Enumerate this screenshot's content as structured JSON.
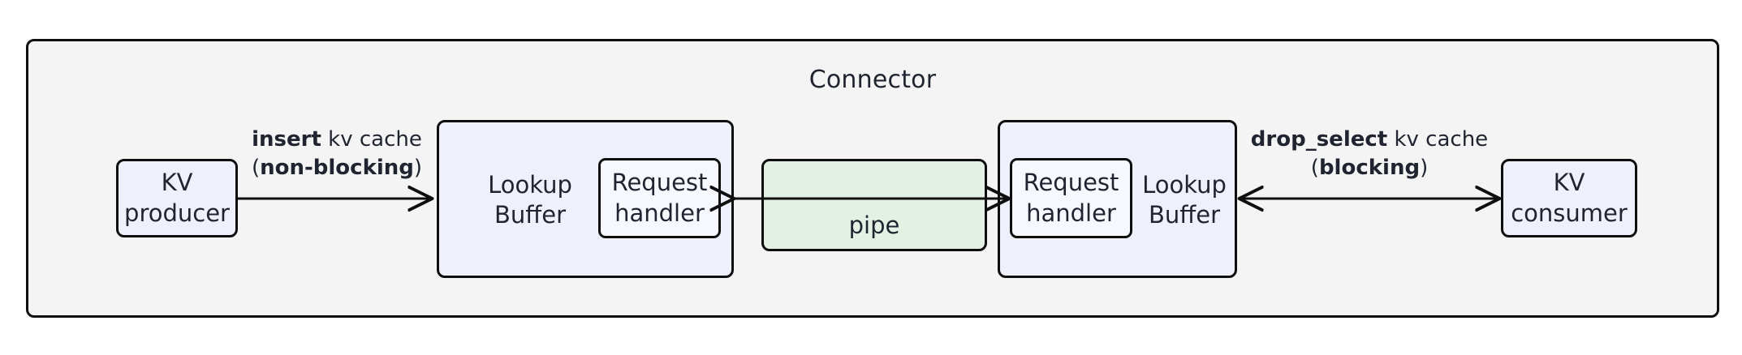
{
  "diagram": {
    "container": {
      "title": "Connector",
      "fill": "#f4f4f4",
      "stroke": "#0f0f0f"
    },
    "nodes": {
      "kv_producer": {
        "name": "KV producer",
        "line1": "KV",
        "line2": "producer",
        "fill": "#eef1fb"
      },
      "kv_consumer": {
        "name": "KV consumer",
        "line1": "KV",
        "line2": "consumer",
        "fill": "#eef1fb"
      },
      "lookup_buffer_left": {
        "line1": "Lookup",
        "line2": "Buffer",
        "fill": "#eef1fb"
      },
      "lookup_buffer_right": {
        "line1": "Lookup",
        "line2": "Buffer",
        "fill": "#eef1fb"
      },
      "request_handler_left": {
        "line1": "Request",
        "line2": "handler",
        "fill": "#f6f8fe"
      },
      "request_handler_right": {
        "line1": "Request",
        "line2": "handler",
        "fill": "#f6f8fe"
      },
      "pipe": {
        "label": "pipe",
        "fill": "#e3f0e4"
      }
    },
    "edges": {
      "insert": {
        "line1_bold": "insert",
        "line1_rest": " kv cache",
        "line2_open": "(",
        "line2_bold": "non-blocking",
        "line2_close": ")",
        "direction": "right"
      },
      "drop_select": {
        "line1_bold": "drop_select",
        "line1_rest": " kv cache",
        "line2_open": "(",
        "line2_bold": "blocking",
        "line2_close": ")",
        "direction": "bidirectional"
      },
      "pipe_to_left": {
        "direction": "left"
      },
      "pipe_to_right": {
        "direction": "right"
      }
    }
  }
}
